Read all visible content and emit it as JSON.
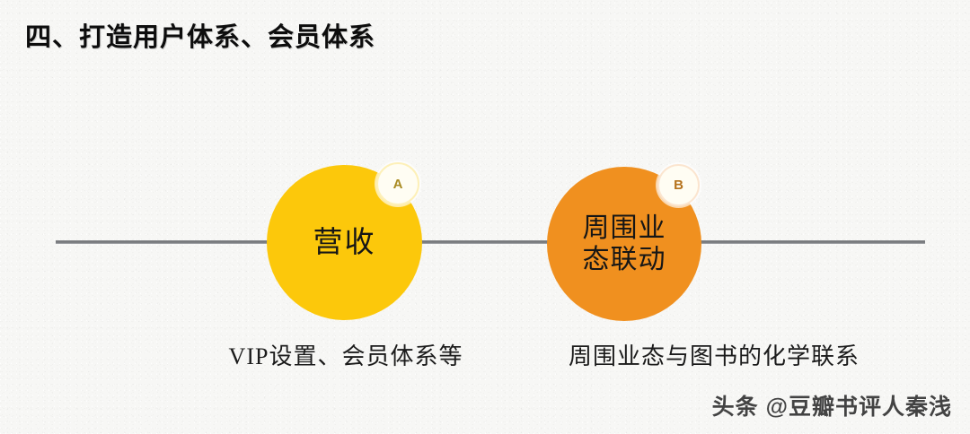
{
  "slide": {
    "title": "四、打造用户体系、会员体系",
    "background_color": "#f7f7f5",
    "axis_color": "#6e7073"
  },
  "nodes": [
    {
      "id": "a",
      "badge": "A",
      "label": "营收",
      "caption": "VIP设置、会员体系等",
      "fill_color": "#fcc80b",
      "badge_fill": "#fffdf3",
      "badge_text_color": "#a98b22"
    },
    {
      "id": "b",
      "badge": "B",
      "label": "周围业\n态联动",
      "caption": "周围业态与图书的化学联系",
      "fill_color": "#f0901f",
      "badge_fill": "#fffdf3",
      "badge_text_color": "#b5721c"
    }
  ],
  "watermark": {
    "text": "头条 @豆瓣书评人秦浅"
  }
}
